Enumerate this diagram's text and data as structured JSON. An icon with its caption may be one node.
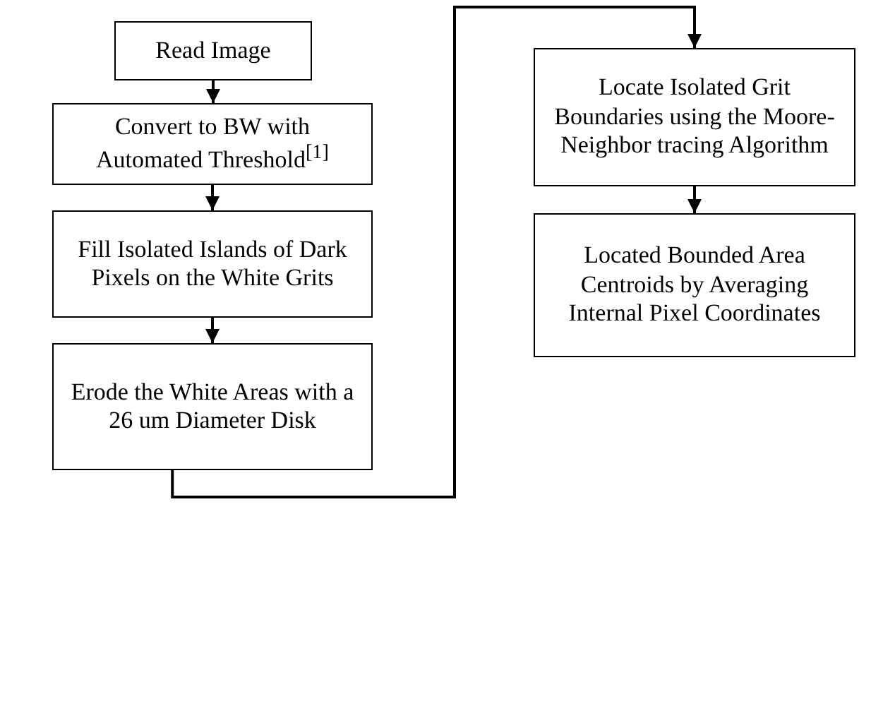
{
  "diagram": {
    "nodes": [
      {
        "text": [
          "Read Image"
        ]
      },
      {
        "text": [
          "Convert to BW with Automated Threshold$^{[1]}$"
        ]
      },
      {
        "text": [
          "Fill Isolated Islands of Dark Pixels on the White Grits"
        ]
      },
      {
        "text": [
          "Erode the White Areas with a 26 um Diameter Disk"
        ]
      },
      {
        "text": [
          "Locate Isolated Grit Boundaries using the Moore-Neighbor tracing Algorithm"
        ]
      },
      {
        "text": [
          "Located Bounded Area Centroids by Averaging Internal Pixel Coordinates"
        ]
      }
    ],
    "edges": [
      {
        "from": 0,
        "to": 1,
        "arrow": "to"
      },
      {
        "from": 1,
        "to": 2,
        "arrow": "to"
      },
      {
        "from": 2,
        "to": 3,
        "arrow": "to"
      },
      {
        "from": 3,
        "to": 4,
        "arrow": "to"
      },
      {
        "from": 4,
        "to": 5,
        "arrow": "to"
      }
    ]
  }
}
